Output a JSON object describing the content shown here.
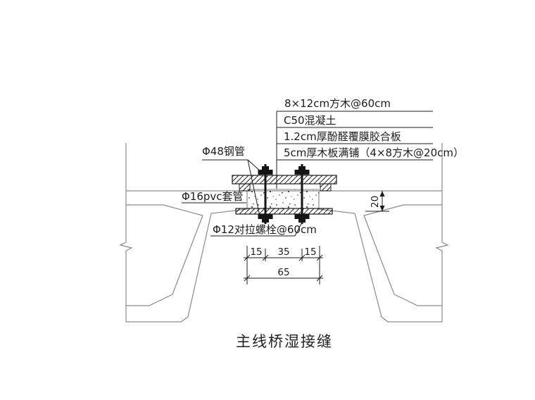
{
  "drawing": {
    "title": "主线桥湿接缝",
    "material_callouts": [
      {
        "label": "8×12cm方木@60cm"
      },
      {
        "label": "C50混凝土"
      },
      {
        "label": "1.2cm厚酚醛覆膜胶合板"
      },
      {
        "label": "5cm厚木板满铺（4×8方木@20cm）"
      }
    ],
    "part_callouts": {
      "steel_pipe": "Φ48钢管",
      "pvc_sleeve": "Φ16pvc套管",
      "tie_bolt": "Φ12对拉螺栓@60cm"
    },
    "dimensions": {
      "edge_left": "15",
      "bolt_spacing": "35",
      "edge_right": "15",
      "joint_total_width": "65",
      "slab_edge_thickness": "20"
    },
    "colors": {
      "detail_line": "#1c1c1c",
      "girder_line": "#8a8a8a",
      "background": "#ffffff"
    }
  }
}
